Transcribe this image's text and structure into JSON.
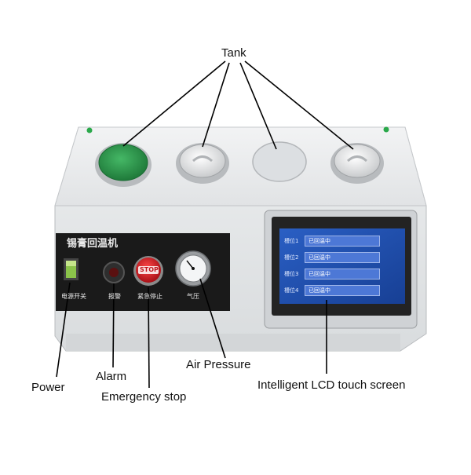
{
  "callouts": {
    "tank": "Tank",
    "power": "Power",
    "alarm": "Alarm",
    "emergency_stop": "Emergency stop",
    "air_pressure": "Air Pressure",
    "lcd": "Intelligent LCD touch screen"
  },
  "panel": {
    "title": "锡膏回温机",
    "power_label": "电源开关",
    "alarm_label": "报警",
    "estop_label": "紧急停止",
    "gauge_label": "气压",
    "stop_text": "STOP"
  },
  "lcd_screen": {
    "rows": [
      {
        "left": "槽位1",
        "field": "已回温中"
      },
      {
        "left": "槽位2",
        "field": "已回温中"
      },
      {
        "left": "槽位3",
        "field": "已回温中"
      },
      {
        "left": "槽位4",
        "field": "已回温中"
      }
    ]
  },
  "colors": {
    "housing": "#e4e6e7",
    "panel": "#1a1a1a",
    "lcd_blue": "#1f4fb0",
    "tank_green": "#2f9a4d",
    "stop_red": "#d2232a",
    "power_switch": "#8bc34a"
  }
}
